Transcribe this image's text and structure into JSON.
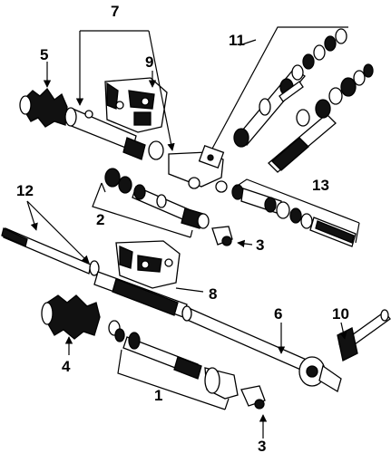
{
  "callouts": {
    "c1": "1",
    "c2": "2",
    "c3a": "3",
    "c3b": "3",
    "c4": "4",
    "c5": "5",
    "c6": "6",
    "c7": "7",
    "c8": "8",
    "c9": "9",
    "c10": "10",
    "c11": "11",
    "c12": "12",
    "c13": "13"
  }
}
